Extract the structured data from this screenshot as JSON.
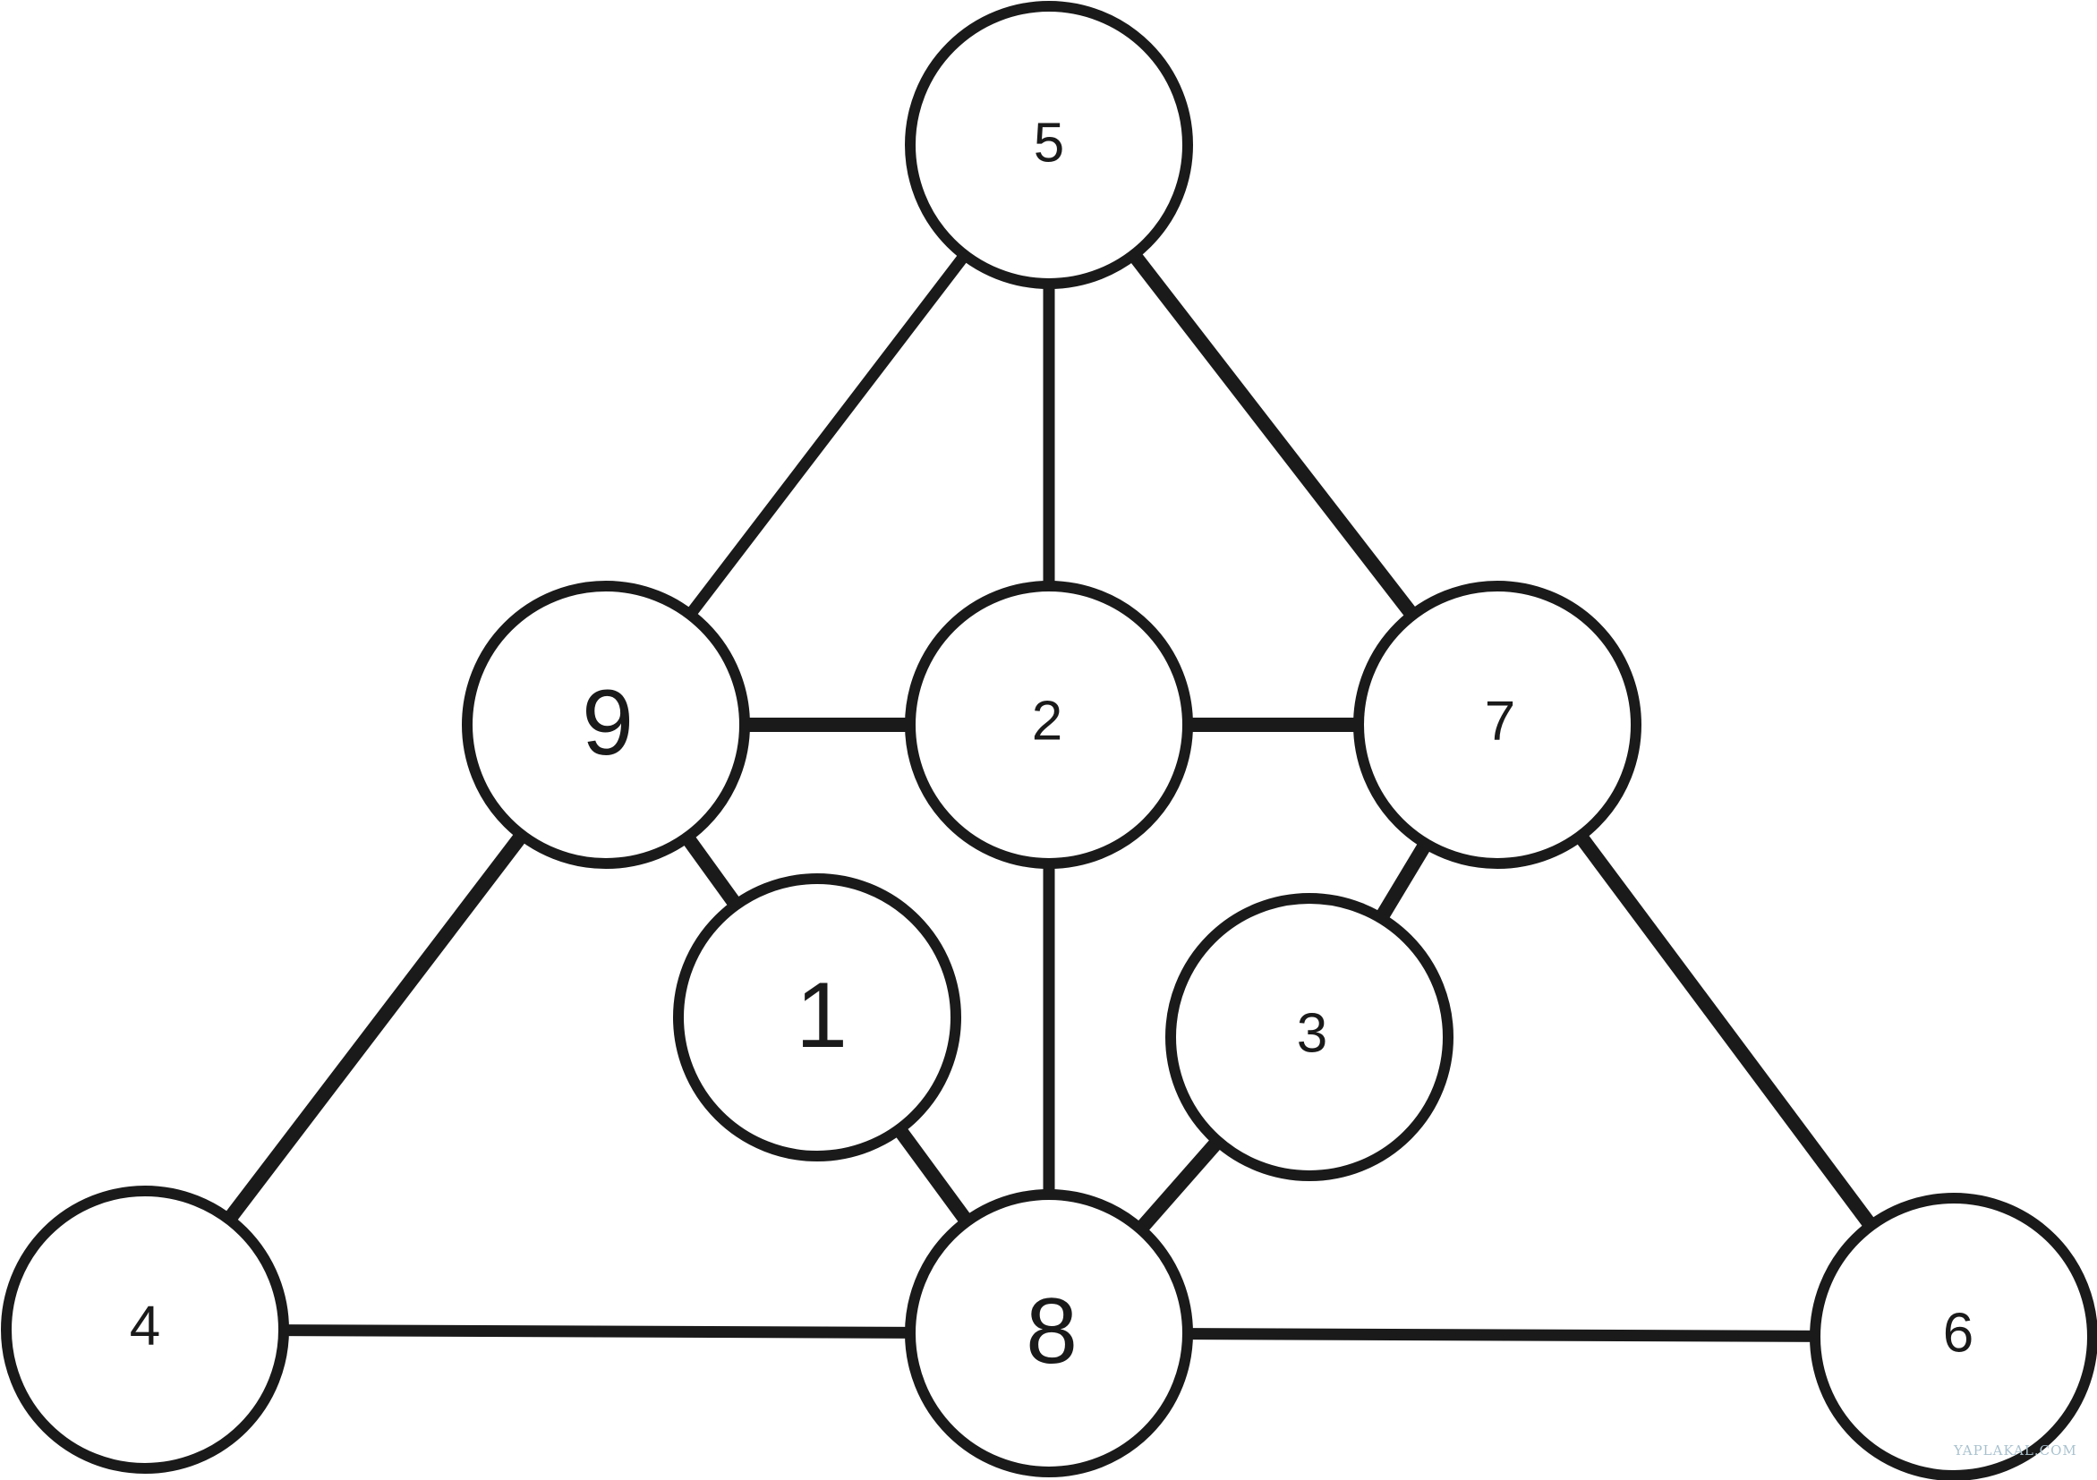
{
  "diagram": {
    "nodes": [
      {
        "id": "n5",
        "label": "5"
      },
      {
        "id": "n9",
        "label": "9"
      },
      {
        "id": "n2",
        "label": "2"
      },
      {
        "id": "n7",
        "label": "7"
      },
      {
        "id": "n1",
        "label": "1"
      },
      {
        "id": "n3",
        "label": "3"
      },
      {
        "id": "n4",
        "label": "4"
      },
      {
        "id": "n8",
        "label": "8"
      },
      {
        "id": "n6",
        "label": "6"
      }
    ],
    "edges": [
      {
        "from": "5",
        "to": "9"
      },
      {
        "from": "5",
        "to": "2"
      },
      {
        "from": "5",
        "to": "7"
      },
      {
        "from": "9",
        "to": "2"
      },
      {
        "from": "2",
        "to": "7"
      },
      {
        "from": "9",
        "to": "1"
      },
      {
        "from": "9",
        "to": "4"
      },
      {
        "from": "2",
        "to": "8"
      },
      {
        "from": "7",
        "to": "3"
      },
      {
        "from": "7",
        "to": "6"
      },
      {
        "from": "1",
        "to": "8"
      },
      {
        "from": "3",
        "to": "8"
      },
      {
        "from": "4",
        "to": "8"
      },
      {
        "from": "8",
        "to": "6"
      }
    ],
    "line_color": "#1a1a1a",
    "node_fill": "#ffffff"
  },
  "watermark": {
    "text": "YAPLAKAL.COM",
    "color": "#a9c2cf"
  }
}
